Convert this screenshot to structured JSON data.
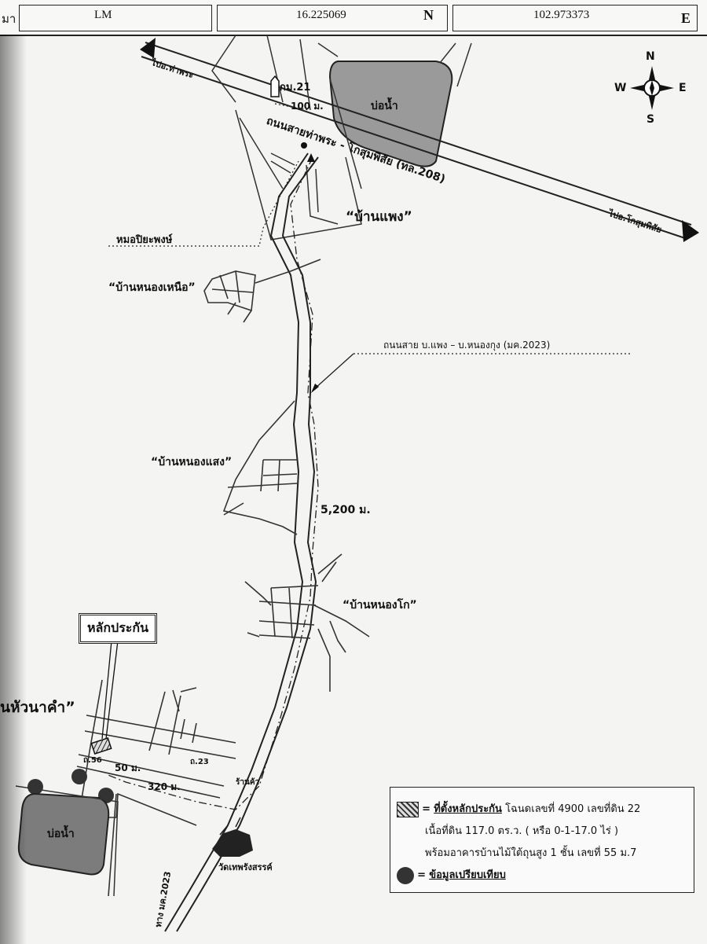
{
  "header": {
    "partial_left": "มา",
    "code": "LM",
    "latitude": "16.225069",
    "lat_letter": "N",
    "longitude": "102.973373",
    "lon_letter": "E"
  },
  "compass": {
    "n": "N",
    "s": "S",
    "e": "E",
    "w": "W"
  },
  "roads": {
    "to_tha_phra": "ไปอ.ท่าพระ",
    "highway": "ถนนสายท่าพระ - โกสุมพิสัย (ทล.208)",
    "to_kosum": "ไปอ.โกสุมพิสัย",
    "local_road": "ถนนสาย บ.แพง – บ.หนองกุง (มค.2023)",
    "road_south": "ทาง มค.2023"
  },
  "places": {
    "km21": "กม.21",
    "dist_100": "100 ม.",
    "pond_top": "บ่อน้ำ",
    "ban_phaeng": "“บ้านแพง”",
    "mo_piya": "หมอปิยะพงษ์",
    "ban_nong_nuea": "“บ้านหนองเหนือ”",
    "ban_nong_saeng": "“บ้านหนองแสง”",
    "dist_5200": "5,200 ม.",
    "ban_nong_ko": "“บ้านหนองโก”",
    "collateral": "หลักประกัน",
    "ban_hua_na_kham": "นหัวนาคำ”",
    "road_56": "ถ.56",
    "dist_50": "50 ม.",
    "road_23": "ถ.23",
    "to_kham": "ร้านค้า",
    "dist_320": "320 ม.",
    "pond_bottom": "บ่อน้ำ",
    "temple": "วัดเทพรังสรรค์"
  },
  "legend": {
    "line1_title": "ที่ตั้งหลักประกัน",
    "line1_rest": "โฉนดเลขที่ 4900 เลขที่ดิน 22",
    "line2": "เนื้อที่ดิน  117.0 ตร.ว. ( หรือ 0-1-17.0 ไร่ )",
    "line3": "พร้อมอาคารบ้านไม้ใต้ถุนสูง 1 ชั้น เลขที่ 55 ม.7",
    "line4": "ข้อมูลเปรียบเทียบ",
    "equals": "="
  }
}
